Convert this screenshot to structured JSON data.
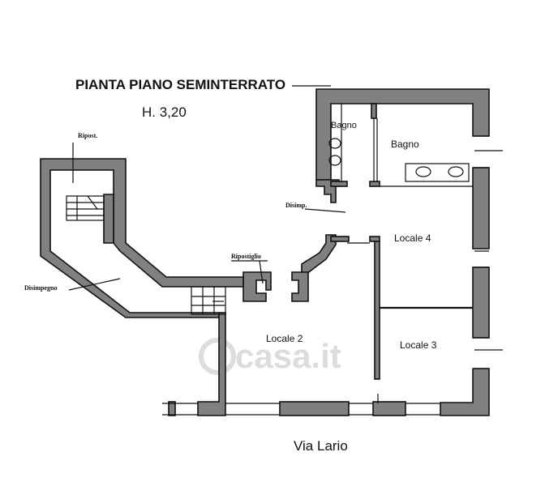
{
  "title": "PIANTA PIANO SEMINTERRATO",
  "height_label": "H. 3,20",
  "street": "Via Lario",
  "watermark": "casa.it",
  "rooms": {
    "bagno_small": "Bagno",
    "bagno_large": "Bagno",
    "locale_4": "Locale 4",
    "locale_2": "Locale 2",
    "locale_3": "Locale 3"
  },
  "callouts": {
    "ripost": "Ripost.",
    "disimp": "Disimp.",
    "ripostiglio": "Ripostiglio",
    "disimpegno": "Disimpegno"
  },
  "colors": {
    "wall": "#808080",
    "line": "#111111",
    "watermark": "#d9d9d9"
  }
}
